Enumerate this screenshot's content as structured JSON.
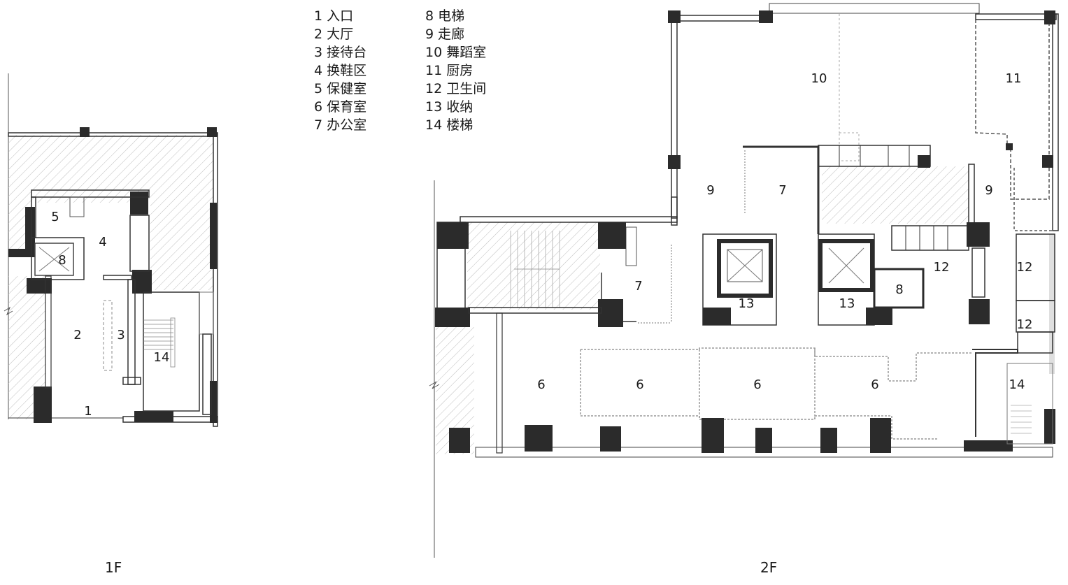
{
  "legend": {
    "col1": [
      "1 入口",
      "2 大厅",
      "3 接待台",
      "4 换鞋区",
      "5 保健室",
      "6 保育室",
      "7 办公室"
    ],
    "col2": [
      "8 电梯",
      "9 走廊",
      "10 舞蹈室",
      "11 厨房",
      "12 卫生间",
      "13 收纳",
      "14 楼梯"
    ]
  },
  "floors": {
    "first": {
      "label": "1F",
      "rooms": [
        "1",
        "2",
        "3",
        "4",
        "5",
        "8",
        "14"
      ]
    },
    "second": {
      "label": "2F",
      "rooms": [
        "10",
        "11",
        "9",
        "7",
        "9",
        "7",
        "12",
        "12",
        "8",
        "13",
        "13",
        "12",
        "6",
        "6",
        "6",
        "6",
        "14"
      ]
    }
  },
  "colors": {
    "wall": "#2b2b2b",
    "line": "#333333",
    "hatch": "#bdbdbd",
    "dashed": "#888888"
  }
}
